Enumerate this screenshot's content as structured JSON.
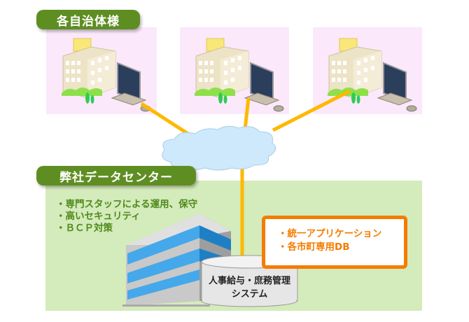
{
  "municipalities": {
    "label": "各自治体様",
    "count": 3
  },
  "datacenter": {
    "label": "弊社データセンター",
    "features": [
      "・専門スタッフによる運用、保守",
      "・高いセキュリティ",
      "・ＢＣＰ対策"
    ]
  },
  "app_box": {
    "items": [
      "・統一アプリケーション",
      "・各市町専用DB"
    ]
  },
  "system": {
    "line1": "人事給与・庶務管理",
    "line2": "システム"
  },
  "colors": {
    "label_green": "#5e8e22",
    "area_green": "#d4ebbb",
    "pink": "#fbe8fb",
    "line": "#ffb800",
    "orange": "#f57c00",
    "cloud": "#cde9fb"
  }
}
